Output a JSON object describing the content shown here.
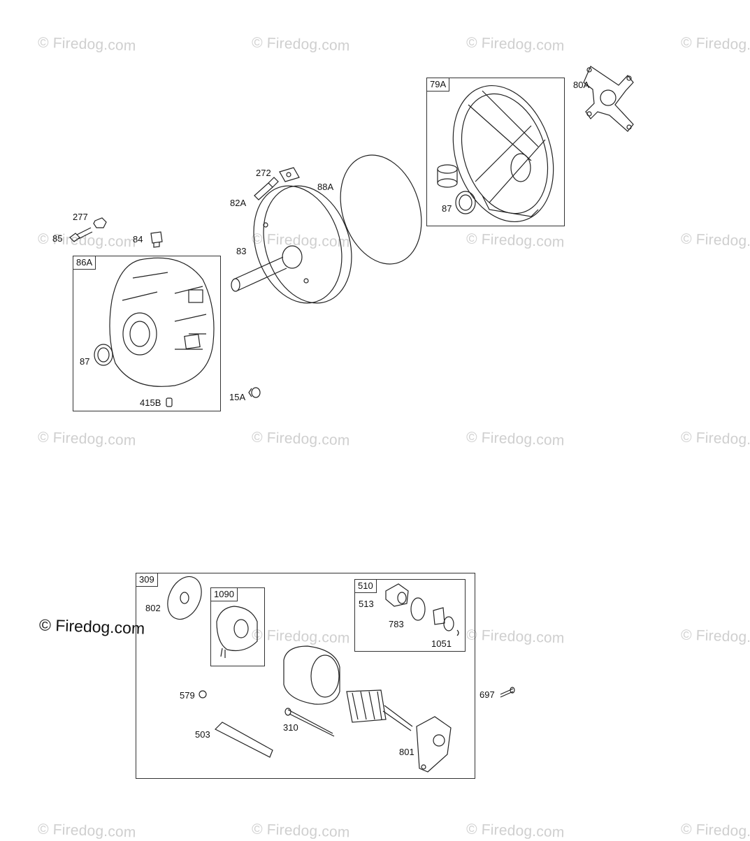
{
  "watermark": "© Firedog.com",
  "groups": {
    "g86A": "86A",
    "g79A": "79A",
    "g309": "309",
    "g1090": "1090",
    "g510": "510"
  },
  "parts": {
    "p277": "277",
    "p85": "85",
    "p84": "84",
    "p87a": "87",
    "p415B": "415B",
    "p83": "83",
    "p82A": "82A",
    "p272": "272",
    "p88A": "88A",
    "p15A": "15A",
    "p87b": "87",
    "p80A": "80A",
    "p802": "802",
    "p513": "513",
    "p783": "783",
    "p1051": "1051",
    "p579": "579",
    "p697": "697",
    "p503": "503",
    "p310": "310",
    "p801": "801"
  }
}
